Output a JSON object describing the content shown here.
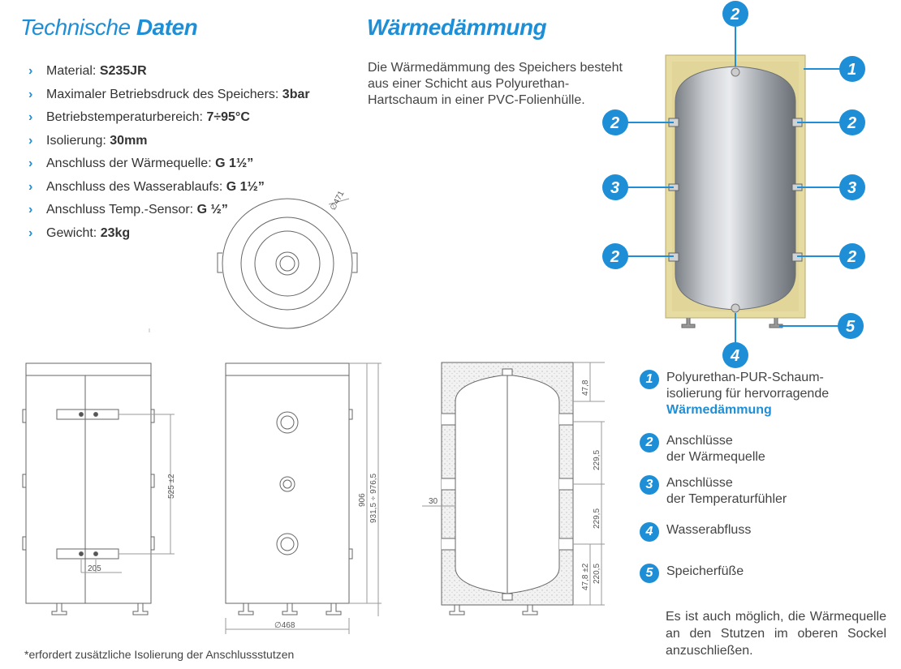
{
  "headings": {
    "tech_light": "Technische",
    "tech_bold": "Daten",
    "insulation": "Wärmedämmung"
  },
  "specs": [
    {
      "label": "Material: ",
      "value": "S235JR"
    },
    {
      "label": "Maximaler Betriebsdruck des Speichers: ",
      "value": "3bar"
    },
    {
      "label": "Betriebstemperaturbereich: ",
      "value": "7÷95°C"
    },
    {
      "label": "Isolierung: ",
      "value": "30mm"
    },
    {
      "label": "Anschluss der Wärmequelle: ",
      "value": "G 1½”"
    },
    {
      "label": "Anschluss des Wasserablaufs: ",
      "value": "G 1½”"
    },
    {
      "label": "Anschluss Temp.-Sensor: ",
      "value": "G ½”"
    },
    {
      "label": "Gewicht: ",
      "value": "23kg"
    }
  ],
  "intro_text": "Die Wärmedämmung des Speichers besteht aus einer Schicht aus Polyurethan-Hartschaum in einer PVC-Folienhülle.",
  "dimensions": {
    "top_diameter": "∅471",
    "spacing_525": "525 ±2",
    "spacing_205": "205",
    "height_906": "906",
    "height_range": "931,5 ÷ 976,5",
    "base_diameter": "∅468",
    "top_478": "47,8",
    "mid_229_a": "229,5",
    "mid_229_b": "229,5",
    "bottom_478": "47,8 ±2",
    "bottom_220": "220,5",
    "insul_30": "30"
  },
  "callouts": {
    "n1": "1",
    "n2": "2",
    "n3": "3",
    "n4": "4",
    "n5": "5"
  },
  "legend": [
    {
      "num": "1",
      "line1": "Polyurethan-PUR-Schaum-",
      "line2": "isolierung für hervorragende",
      "line3": "Wärmedämmung"
    },
    {
      "num": "2",
      "line1": "Anschlüsse",
      "line2": "der Wärmequelle"
    },
    {
      "num": "3",
      "line1": "Anschlüsse",
      "line2": "der Temperaturfühler"
    },
    {
      "num": "4",
      "line1": "Wasserabfluss"
    },
    {
      "num": "5",
      "line1": "Speicherfüße"
    }
  ],
  "note_lines": [
    "Es ist auch möglich, die Wärmequelle",
    "an den Stutzen im oberen Sockel",
    "anzuschließen."
  ],
  "footnote": "*erfordert zusätzliche Isolierung der Anschlussstutzen",
  "colors": {
    "accent": "#1e8fd6",
    "foam": "#e6dba0",
    "tank": "#9aa0a6"
  }
}
